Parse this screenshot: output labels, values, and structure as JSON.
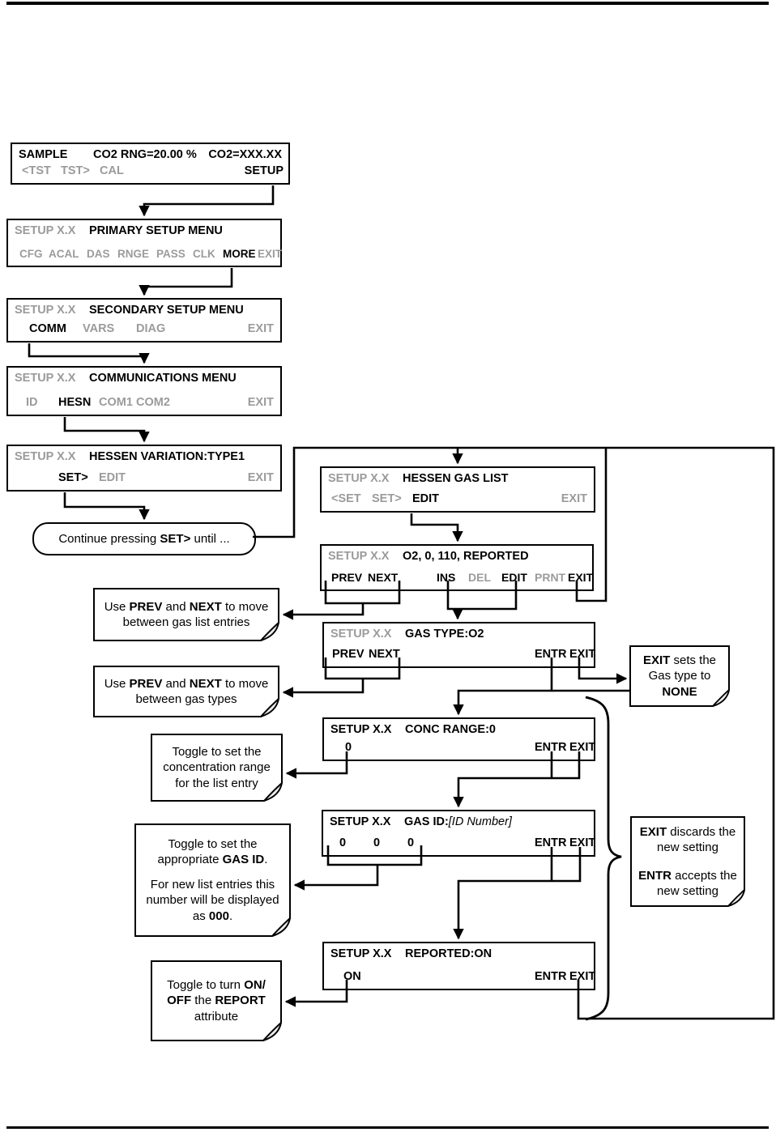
{
  "screens": {
    "sample": {
      "mode": "SAMPLE",
      "range": "CO2 RNG=20.00 %",
      "conc": "CO2=XXX.XX",
      "keys": [
        "<TST",
        "TST>",
        "CAL",
        "SETUP"
      ]
    },
    "primary": {
      "status": "SETUP X.X",
      "title": "PRIMARY SETUP MENU",
      "keys": [
        "CFG",
        "ACAL",
        "DAS",
        "RNGE",
        "PASS",
        "CLK",
        "MORE",
        "EXIT"
      ]
    },
    "secondary": {
      "status": "SETUP X.X",
      "title": "SECONDARY SETUP MENU",
      "keys": [
        "COMM",
        "VARS",
        "DIAG",
        "EXIT"
      ]
    },
    "comms": {
      "status": "SETUP X.X",
      "title": "COMMUNICATIONS MENU",
      "keys": [
        "ID",
        "HESN",
        "COM1",
        "COM2",
        "EXIT"
      ]
    },
    "variation": {
      "status": "SETUP X.X",
      "title": "HESSEN VARIATION:TYPE1",
      "keys": [
        "SET>",
        "EDIT",
        "EXIT"
      ]
    },
    "gaslist": {
      "status": "SETUP X.X",
      "title": "HESSEN GAS LIST",
      "keys": [
        "<SET",
        "SET>",
        "EDIT",
        "EXIT"
      ]
    },
    "entry": {
      "status": "SETUP X.X",
      "title": "O2, 0, 110, REPORTED",
      "keys": [
        "PREV",
        "NEXT",
        "INS",
        "DEL",
        "EDIT",
        "PRNT",
        "EXIT"
      ]
    },
    "gastype": {
      "status": "SETUP X.X",
      "title": "GAS TYPE:O2",
      "keys": [
        "PREV",
        "NEXT",
        "ENTR",
        "EXIT"
      ]
    },
    "concrange": {
      "status": "SETUP X.X",
      "title": "CONC RANGE:0",
      "keys": [
        "0",
        "ENTR",
        "EXIT"
      ]
    },
    "gasid": {
      "status": "SETUP X.X",
      "title": "GAS ID:",
      "title_note": "[ID Number]",
      "keys": [
        "0",
        "0",
        "0",
        "ENTR",
        "EXIT"
      ]
    },
    "reported": {
      "status": "SETUP X.X",
      "title": "REPORTED:ON",
      "keys": [
        "ON",
        "ENTR",
        "EXIT"
      ]
    }
  },
  "bubble": [
    {
      "t": "Continue pressing "
    },
    {
      "t": "SET>",
      "b": true
    },
    {
      "t": " until ..."
    }
  ],
  "notes": {
    "gas_entries": [
      {
        "t": "Use "
      },
      {
        "t": "PREV",
        "b": true
      },
      {
        "t": " and "
      },
      {
        "t": "NEXT",
        "b": true
      },
      {
        "t": " to move between gas list entries"
      }
    ],
    "gas_types": [
      {
        "t": "Use "
      },
      {
        "t": "PREV",
        "b": true
      },
      {
        "t": " and "
      },
      {
        "t": "NEXT",
        "b": true
      },
      {
        "t": " to move between gas types"
      }
    ],
    "conc_range": [
      {
        "t": "Toggle to set the concentration range for the list entry"
      }
    ],
    "gas_id_1": [
      {
        "t": "Toggle to set the appropriate "
      },
      {
        "t": "GAS ID",
        "b": true
      },
      {
        "t": "."
      }
    ],
    "gas_id_2": [
      {
        "t": "For new list entries this number will be displayed as "
      },
      {
        "t": "000",
        "b": true
      },
      {
        "t": "."
      }
    ],
    "report": [
      {
        "t": "Toggle to turn "
      },
      {
        "t": "ON/",
        "b": true
      },
      {
        "t": " "
      },
      {
        "t": "OFF",
        "b": true
      },
      {
        "t": " the "
      },
      {
        "t": "REPORT",
        "b": true
      },
      {
        "t": " attribute"
      }
    ],
    "exit_none": [
      {
        "t": "EXIT",
        "b": true
      },
      {
        "t": " sets the Gas type to "
      },
      {
        "t": "NONE",
        "b": true
      }
    ],
    "entr_exit_1": [
      {
        "t": "EXIT",
        "b": true
      },
      {
        "t": " discards the new setting"
      }
    ],
    "entr_exit_2": [
      {
        "t": "ENTR",
        "b": true
      },
      {
        "t": " accepts the new setting"
      }
    ]
  },
  "colors": {
    "ink": "#000000",
    "dim_key": "#9b9b9b",
    "paper": "#ffffff"
  }
}
